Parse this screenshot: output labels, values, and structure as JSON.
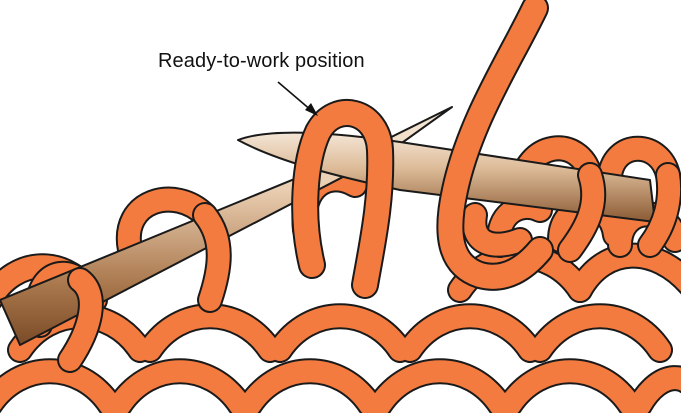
{
  "callout": {
    "text": "Ready-to-work position"
  },
  "colors": {
    "yarn": "#F47B3F",
    "outline": "#1a1a1a",
    "needle_light": "#F3E4D2",
    "needle_dark": "#8A5A33",
    "background": "#FFFFFF"
  },
  "parts": [
    "knitted-fabric",
    "right-needle",
    "left-needle",
    "working-yarn",
    "ready-to-work-stitch",
    "callout-arrow"
  ]
}
